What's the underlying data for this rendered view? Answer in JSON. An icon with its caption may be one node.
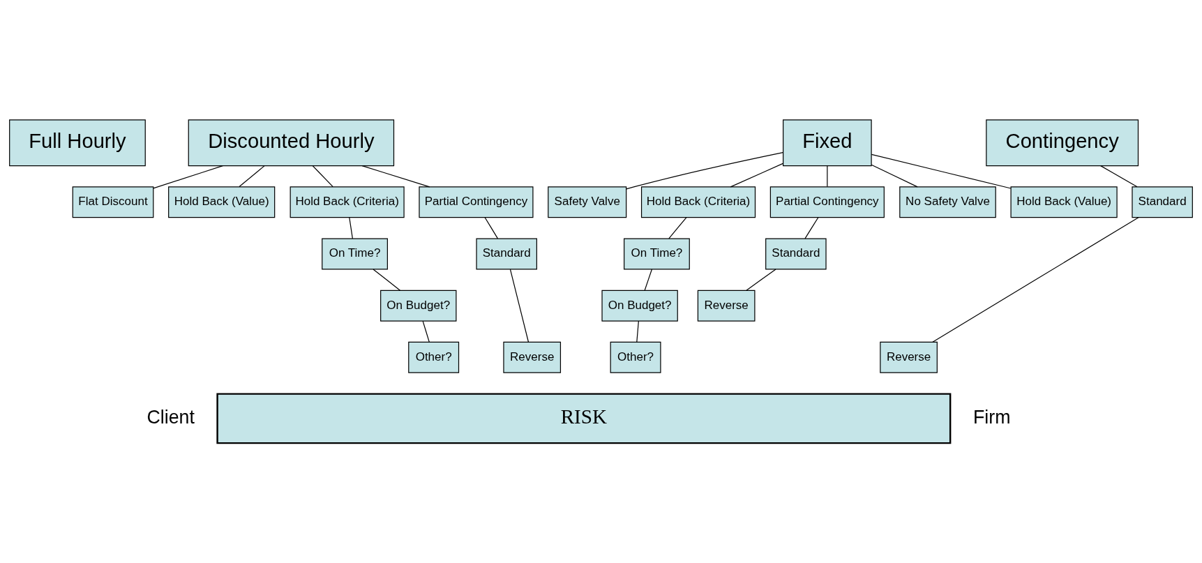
{
  "diagram": {
    "nodes": [
      {
        "text": [
          "Full Hourly"
        ]
      },
      {
        "text": [
          "Discounted Hourly"
        ]
      },
      {
        "text": [
          "Fixed"
        ]
      },
      {
        "text": [
          "Contingency"
        ]
      },
      {
        "text": [
          "Flat Discount"
        ]
      },
      {
        "text": [
          "Hold Back (Value)"
        ]
      },
      {
        "text": [
          "Hold Back (Criteria)"
        ]
      },
      {
        "text": [
          "Partial Contingency"
        ]
      },
      {
        "text": [
          "On Time?"
        ]
      },
      {
        "text": [
          "On Budget?"
        ]
      },
      {
        "text": [
          "Other?"
        ]
      },
      {
        "text": [
          "Standard"
        ]
      },
      {
        "text": [
          "Reverse"
        ]
      },
      {
        "text": [
          "Safety Valve"
        ]
      },
      {
        "text": [
          "Hold Back (Criteria)"
        ]
      },
      {
        "text": [
          "Partial Contingency"
        ]
      },
      {
        "text": [
          "No Safety Valve"
        ]
      },
      {
        "text": [
          "Hold Back (Value)"
        ]
      },
      {
        "text": [
          "On Time?"
        ]
      },
      {
        "text": [
          "On Budget?"
        ]
      },
      {
        "text": [
          "Other?"
        ]
      },
      {
        "text": [
          "Standard"
        ]
      },
      {
        "text": [
          "Reverse"
        ]
      },
      {
        "text": [
          "Standard"
        ]
      },
      {
        "text": [
          "Reverse"
        ]
      },
      {
        "text": [
          "RISK"
        ]
      }
    ],
    "edges": [
      {
        "from": 1,
        "to": 4,
        "arrow": "none"
      },
      {
        "from": 1,
        "to": 6,
        "arrow": "none"
      },
      {
        "from": 1,
        "to": 5,
        "arrow": "none"
      },
      {
        "from": 1,
        "to": 7,
        "arrow": "none"
      },
      {
        "from": 6,
        "to": 8,
        "arrow": "none"
      },
      {
        "from": 8,
        "to": 9,
        "arrow": "none"
      },
      {
        "from": 9,
        "to": 10,
        "arrow": "none"
      },
      {
        "from": 7,
        "to": 11,
        "arrow": "none"
      },
      {
        "from": 11,
        "to": 12,
        "arrow": "none"
      },
      {
        "from": 2,
        "to": 13,
        "arrow": "none"
      },
      {
        "from": 2,
        "to": 16,
        "arrow": "none"
      },
      {
        "from": 2,
        "to": 14,
        "arrow": "none"
      },
      {
        "from": 2,
        "to": 17,
        "arrow": "none"
      },
      {
        "from": 2,
        "to": 15,
        "arrow": "none"
      },
      {
        "from": 14,
        "to": 18,
        "arrow": "none"
      },
      {
        "from": 18,
        "to": 19,
        "arrow": "none"
      },
      {
        "from": 19,
        "to": 20,
        "arrow": "none"
      },
      {
        "from": 15,
        "to": 21,
        "arrow": "none"
      },
      {
        "from": 21,
        "to": 22,
        "arrow": "none"
      },
      {
        "from": 3,
        "to": 23,
        "arrow": "none"
      },
      {
        "from": 23,
        "to": 24,
        "arrow": "none"
      }
    ],
    "labels": [
      "Client",
      "Firm"
    ]
  }
}
